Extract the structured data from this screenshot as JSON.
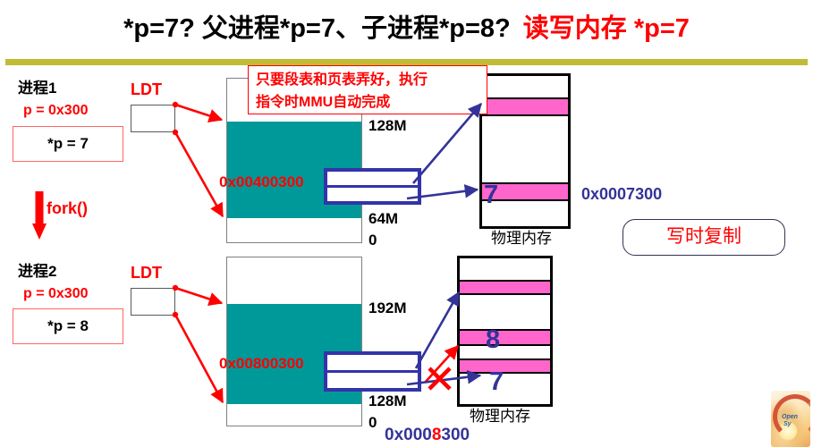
{
  "slide": {
    "title_black": "*p=7? 父进程*p=7、子进程*p=8?",
    "title_red": "读写内存 *p=7",
    "callout_line1": "只要段表和页表弄好，执行",
    "callout_line2": "指令时MMU自动完成",
    "cow_label": "写时复制",
    "logo_text_1": "Open",
    "logo_text_2": "Sy"
  },
  "process1": {
    "name": "进程1",
    "pointer": "p = 0x300",
    "deref": "*p = 7",
    "ldt_label": "LDT",
    "fork_label": "fork()",
    "virtual_address": "0x00400300",
    "axis_top": "128M",
    "axis_mid": "64M",
    "axis_zero": "0",
    "phys_label": "物理内存",
    "phys_address": "0x0007300",
    "phys_value": "7"
  },
  "process2": {
    "name": "进程2",
    "pointer": "p = 0x300",
    "deref": "*p = 8",
    "ldt_label": "LDT",
    "virtual_address": "0x00800300",
    "axis_top": "192M",
    "axis_mid": "128M",
    "axis_zero": "0",
    "phys_label": "物理内存",
    "phys_address_pre": "0x000",
    "phys_address_hi": "8",
    "phys_address_post": "300",
    "phys_value_new": "8",
    "phys_value_old": "7"
  },
  "colors": {
    "red": "#ff0000",
    "navy": "#333399",
    "teal": "#009999",
    "pink": "#ff66cc",
    "olive": "#c0bc36",
    "black": "#000000"
  }
}
